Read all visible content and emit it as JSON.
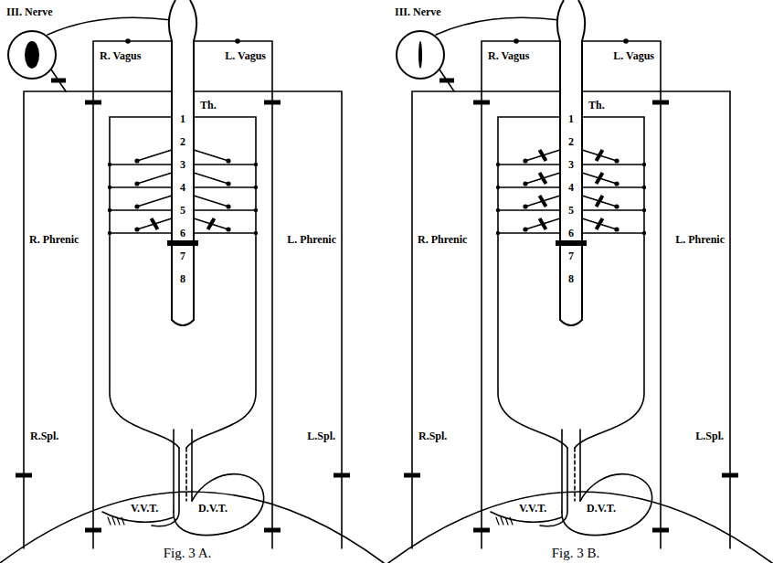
{
  "diagram": {
    "labels": [
      "III. Nerve",
      "R. Vagus",
      "L. Vagus",
      "Th.",
      "1",
      "2",
      "3",
      "4",
      "5",
      "6",
      "7",
      "8",
      "R. Phrenic",
      "L. Phrenic",
      "R.Spl.",
      "L.Spl.",
      "V.V.T.",
      "D.V.T.",
      "Fig. 3 A.",
      "III. Nerve",
      "R. Vagus",
      "L. Vagus",
      "Th.",
      "1",
      "2",
      "3",
      "4",
      "5",
      "6",
      "7",
      "8",
      "R. Phrenic",
      "L. Phrenic",
      "R.Spl.",
      "L.Spl.",
      "V.V.T.",
      "D.V.T.",
      "Fig. 3 B."
    ]
  }
}
